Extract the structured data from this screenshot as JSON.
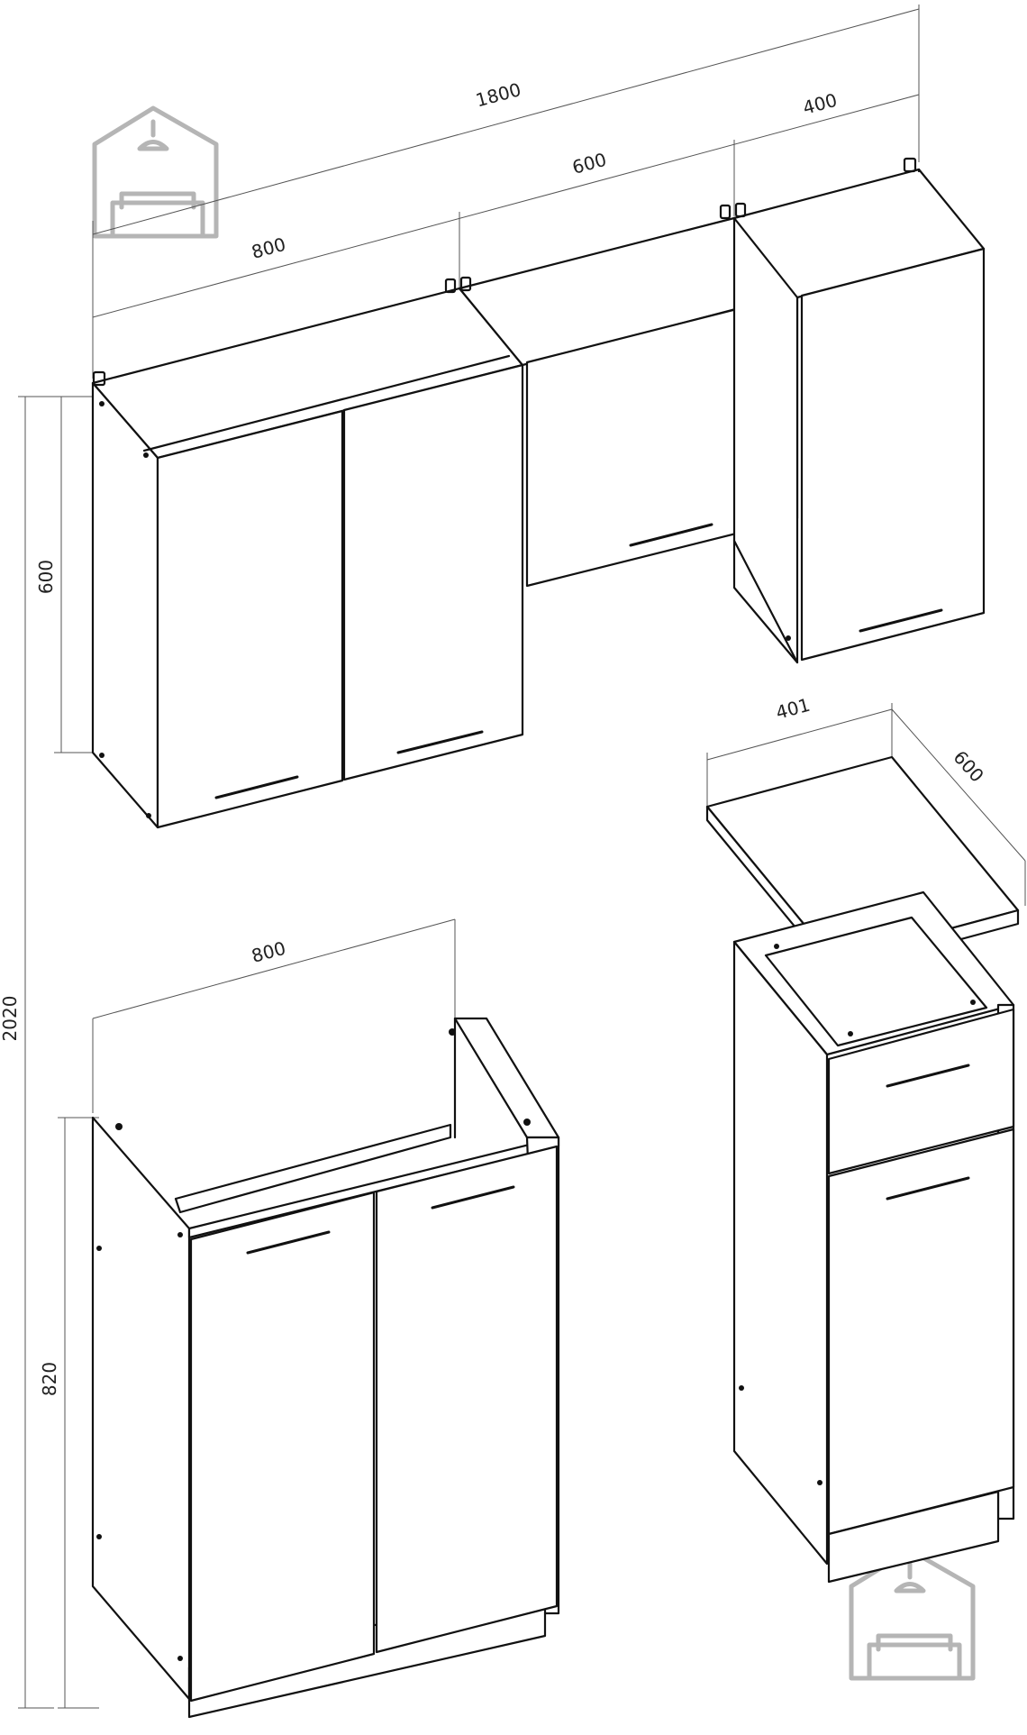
{
  "dimensions": {
    "total_width": "1800",
    "upper_left_width": "800",
    "upper_middle_width": "600",
    "upper_right_width": "400",
    "upper_height": "600",
    "total_height": "2020",
    "lower_height": "820",
    "lower_sink_width": "800",
    "worktop_width": "401",
    "worktop_depth": "600"
  },
  "logo": {
    "icon": "house-sofa-icon",
    "color": "#b5b5b5"
  },
  "colors": {
    "line": "#111111",
    "dimension_line": "#555555",
    "background": "#ffffff"
  }
}
